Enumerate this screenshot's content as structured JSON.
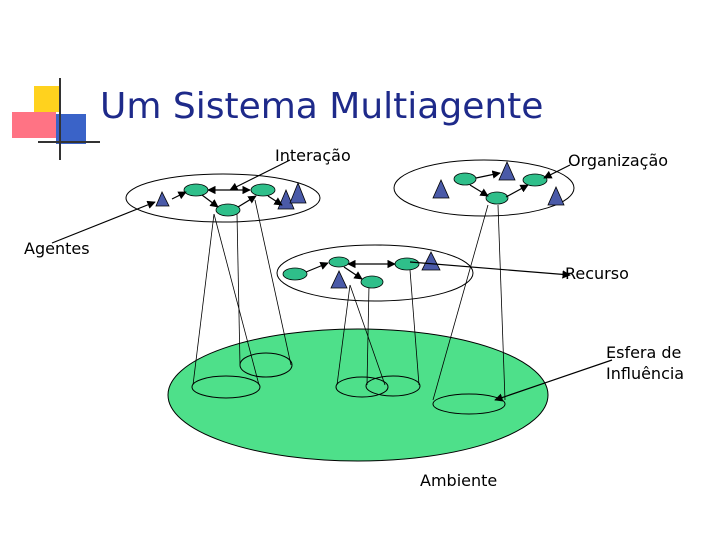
{
  "slide": {
    "title": "Um Sistema Multiagente",
    "labels": {
      "interacao": "Interação",
      "organizacao": "Organização",
      "agentes": "Agentes",
      "recurso": "Recurso",
      "esfera_line1": "Esfera de",
      "esfera_line2": "Influência",
      "ambiente": "Ambiente"
    }
  },
  "colors": {
    "title": "#1e2a8a",
    "agent_triangle": "#4a5aa8",
    "resource_ellipse": "#2fbf8a",
    "environment": "#4ee08a",
    "logo_yellow": "#ffd21e",
    "logo_red": "#ff5a6e",
    "logo_blue": "#3a63c8"
  }
}
